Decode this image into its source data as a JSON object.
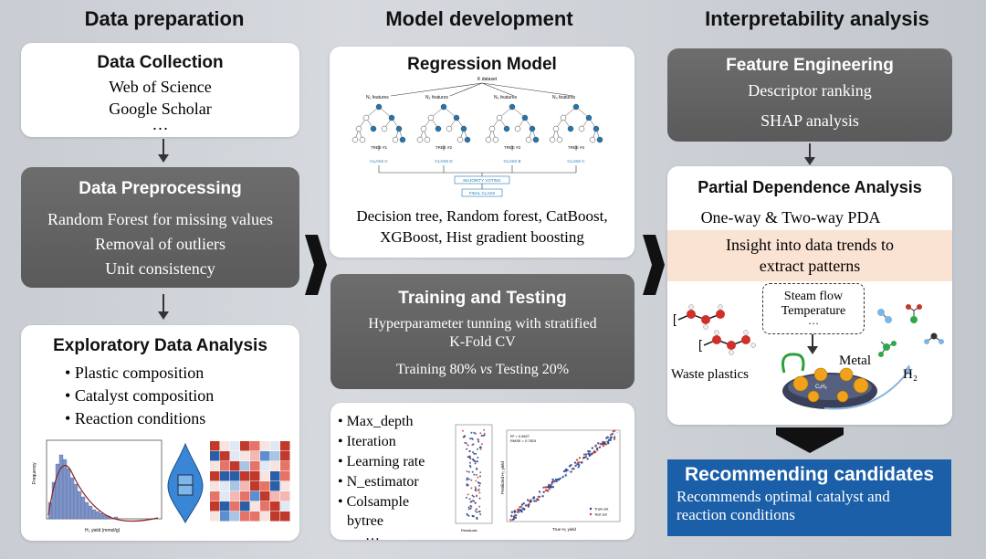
{
  "columns": {
    "left_title": "Data preparation",
    "middle_title": "Model development",
    "right_title": "Interpretability analysis"
  },
  "data_collection": {
    "heading": "Data Collection",
    "lines": [
      "Web of Science",
      "Google Scholar",
      "…"
    ]
  },
  "data_preprocessing": {
    "heading": "Data Preprocessing",
    "lines": [
      "Random Forest for missing  values",
      "Removal of outliers",
      "Unit consistency"
    ]
  },
  "eda": {
    "heading": "Exploratory Data Analysis",
    "bullets": [
      "Plastic composition",
      "Catalyst composition",
      "Reaction conditions"
    ],
    "hist_xlabel": "H₂ yield (mmol/g)",
    "hist_ylabel": "Frequency"
  },
  "regression_model": {
    "heading": "Regression Model",
    "dataset_label": "K dataset",
    "feature_labels": [
      "N₁ features",
      "N₂ features",
      "N₃ features",
      "N₄ features"
    ],
    "tree_labels": [
      "TREE #1",
      "TREE #2",
      "TREE #3",
      "TREE #4"
    ],
    "class_labels": [
      "CLASS C",
      "CLASS D",
      "CLASS B",
      "CLASS C"
    ],
    "voting_label": "MAJORITY VOTING",
    "final_label": "FINAL CLASS",
    "models_line1": "Decision tree, Random forest, CatBoost,",
    "models_line2": "XGBoost, Hist gradient boosting"
  },
  "training_testing": {
    "heading": "Training and Testing",
    "line1": "Hyperparameter tunning with stratified",
    "line2": "K-Fold CV",
    "line3_a": "Training 80% ",
    "line3_vs": "vs",
    "line3_b": " Testing 20%"
  },
  "hyperparams": {
    "bullets": [
      "Max_depth",
      "Iteration",
      "Learning rate",
      "N_estimator",
      "Colsample"
    ],
    "continuation": "bytree",
    "ellipsis": "…",
    "scatter_r2": "R² = 0.9827",
    "scatter_rmse": "RMSE = 0.7824",
    "scatter_xlabel": "True H₂ yield",
    "scatter_ylabel": "Predicted H₂ yield",
    "legend_train": "Train set",
    "legend_test": "Test set",
    "residual_label": "Residuals"
  },
  "feature_engineering": {
    "heading": "Feature Engineering",
    "lines": [
      "Descriptor ranking",
      "SHAP analysis"
    ]
  },
  "pda": {
    "heading": "Partial Dependence Analysis",
    "subline": "One-way & Two-way PDA",
    "insight_line1": "Insight into data trends to",
    "insight_line2": "extract patterns",
    "steam_flow": "Steam flow",
    "temperature": "Temperature",
    "dots": "…",
    "metal": "Metal",
    "waste_plastics": "Waste plastics",
    "h2": "H₂",
    "cxhy": "CₓHᵧ",
    "h2_small": "H₂"
  },
  "recommending": {
    "heading": "Recommending candidates",
    "line1": "Recommends optimal catalyst and",
    "line2": "reaction conditions"
  },
  "colors": {
    "dark_box": "#5f5f5f",
    "blue_box": "#1a5fa8",
    "insight_bg": "#fbe3d3",
    "tree_blue": "#1f77b4"
  }
}
